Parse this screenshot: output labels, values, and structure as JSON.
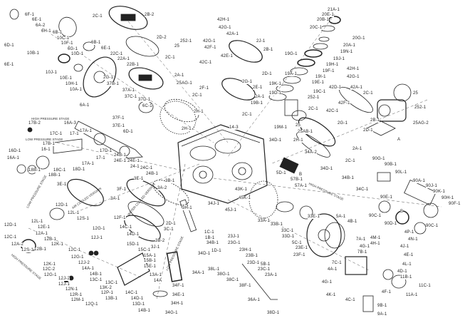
{
  "labels": [
    "6F-1",
    "6E-1",
    "6A-2",
    "6H-1",
    "6B-1",
    "10C-1",
    "10F-1",
    "6G-1",
    "10D-1",
    "6D-1",
    "10B-1",
    "6E-1",
    "10J-1",
    "10E-1",
    "10H-1",
    "10A-1",
    "2C-1",
    "2B-2",
    "2D-2",
    "6B-1",
    "6E-1",
    "22C-1",
    "22A-1",
    "22B-1",
    "252-1",
    "25",
    "2C-1",
    "42H-1",
    "42G-1",
    "42A-1",
    "42G-1",
    "42F-1",
    "42E-1",
    "42C-1",
    "2G-1",
    "2A-1",
    "25AG-1",
    "2F-1",
    "37B-1",
    "37A-1",
    "6A-1",
    "37C-1",
    "37D-1",
    "6C-1",
    "2C-1",
    "2H-1",
    "2H-1",
    "16A-3",
    "17B-2",
    "37F-1",
    "37E-1",
    "6D-1",
    "17C-1",
    "17-1",
    "17A-1",
    "17B-1",
    "16D-1",
    "16-1",
    "17D-1",
    "24B-1",
    "16A-1",
    "17-1",
    "24E-1",
    "17A-1",
    "21A-1",
    "20E-1",
    "20B-1",
    "20C-1",
    "20G-1",
    "20A-1",
    "2J-1",
    "2B-1",
    "19N-1",
    "19G-1",
    "19J-1",
    "19H-1",
    "2D-1",
    "19F-1",
    "19A-1",
    "19I-1",
    "2G-1",
    "42H-1",
    "42G-1",
    "19K-1",
    "2E-1",
    "19E-1",
    "42D-1",
    "42A-1",
    "19D-1",
    "2A-1",
    "19C-1",
    "2C-1",
    "25",
    "19B-1",
    "252-1",
    "42F-1",
    "2C-1",
    "252-1",
    "42C-1",
    "2C-1",
    "2B-1",
    "19M-1",
    "25",
    "2G-1",
    "25AB-1",
    "2D-1",
    "25AG-2",
    "A",
    "14-3",
    "34D-1",
    "2H-1",
    "2A-1",
    "34A-2",
    "2C-1",
    "90G-1",
    "18C-1",
    "18D-1",
    "18B-1",
    "18B-1",
    "3E-1",
    "3A-1",
    "12D-1",
    "12L-1",
    "12S-1",
    "12D-1",
    "12L-1",
    "12E-1",
    "12A-1",
    "12B-1",
    "12K-1",
    "12C-1",
    "12G-1",
    "12J-2",
    "12G-1",
    "12J-1",
    "12F-1",
    "14C-1",
    "14D-1",
    "15D-1",
    "12C-1",
    "12A-2",
    "12S-1",
    "12B-1",
    "12K-1",
    "12C-2",
    "12G-1",
    "12J-2",
    "12J-1",
    "12N-1",
    "12R-1",
    "12M-1",
    "12Q-1",
    "14A-1",
    "14B-1",
    "13C-1",
    "13C-1",
    "13K-2",
    "12P-1",
    "13B-1",
    "14C-1",
    "14D-1",
    "13D-1",
    "14B-1",
    "15C-1",
    "15A-1",
    "15B-1",
    "15E-1",
    "13A-1",
    "14A",
    "34F-1",
    "34E-1",
    "34H-1",
    "34G-1",
    "3E-1",
    "3A-2",
    "3B-1",
    "3F-1",
    "3H-1",
    "2D-1",
    "3C-1",
    "3B-2",
    "3J-1",
    "34J-1",
    "34B-1",
    "34D-1",
    "34A-1",
    "45J-1",
    "1C-1",
    "1B-1",
    "1D-1",
    "23J-1",
    "23G-1",
    "38L-1",
    "38G-1",
    "38C-1",
    "24C-1",
    "24B-1",
    "24-1",
    "24E-1",
    "5D-1",
    "57B-1",
    "57A-1",
    "34D-1",
    "34B-1",
    "34C-1",
    "45K-1",
    "90B-1",
    "90L-1",
    "90A-1",
    "90J-1",
    "90K-1",
    "90H-1",
    "90F-1",
    "90E-1",
    "33E-1",
    "5A-1",
    "4B-1",
    "33A-1",
    "33B-1",
    "33C-1",
    "33D-1",
    "90C-1",
    "90D-1",
    "90C-1",
    "B",
    "5C-1",
    "23E-1",
    "23F-1",
    "4M-1",
    "4H-1",
    "4P-1",
    "4N-1",
    "4J-1",
    "7A-1",
    "4G-1",
    "7B-1",
    "4E-1",
    "4L-1",
    "5B-1",
    "7C-1",
    "4A-1",
    "4D-1",
    "11B-1",
    "4G-1",
    "4K-1",
    "11C-1",
    "11A-1",
    "4C-1",
    "4F-1",
    "9B-1",
    "9A-1",
    "23H-1",
    "23B-1",
    "23D-1",
    "23C-1",
    "23A-1",
    "38F-1",
    "36A-1",
    "38D-1",
    "43K-1",
    "B"
  ],
  "notes": {
    "high_pressure_stage_1": "HIGH PRESSURE STAGE",
    "low_pressure_stage_1": "LOW PRESSURE STAGE",
    "low_pressure_stage_2": "LOW PRESSURE STAGE",
    "air_cooled": "AIR COOLED VERSION",
    "water_cooled": "WATER COOLED VERSION",
    "high_pressure_stage_2": "HIGH PRESSURE STAGE",
    "low_pressure_stage_3": "LOW PRESSURE STAGE",
    "high_pressure_stage_3": "HIGH PRESSURE STAGE"
  }
}
